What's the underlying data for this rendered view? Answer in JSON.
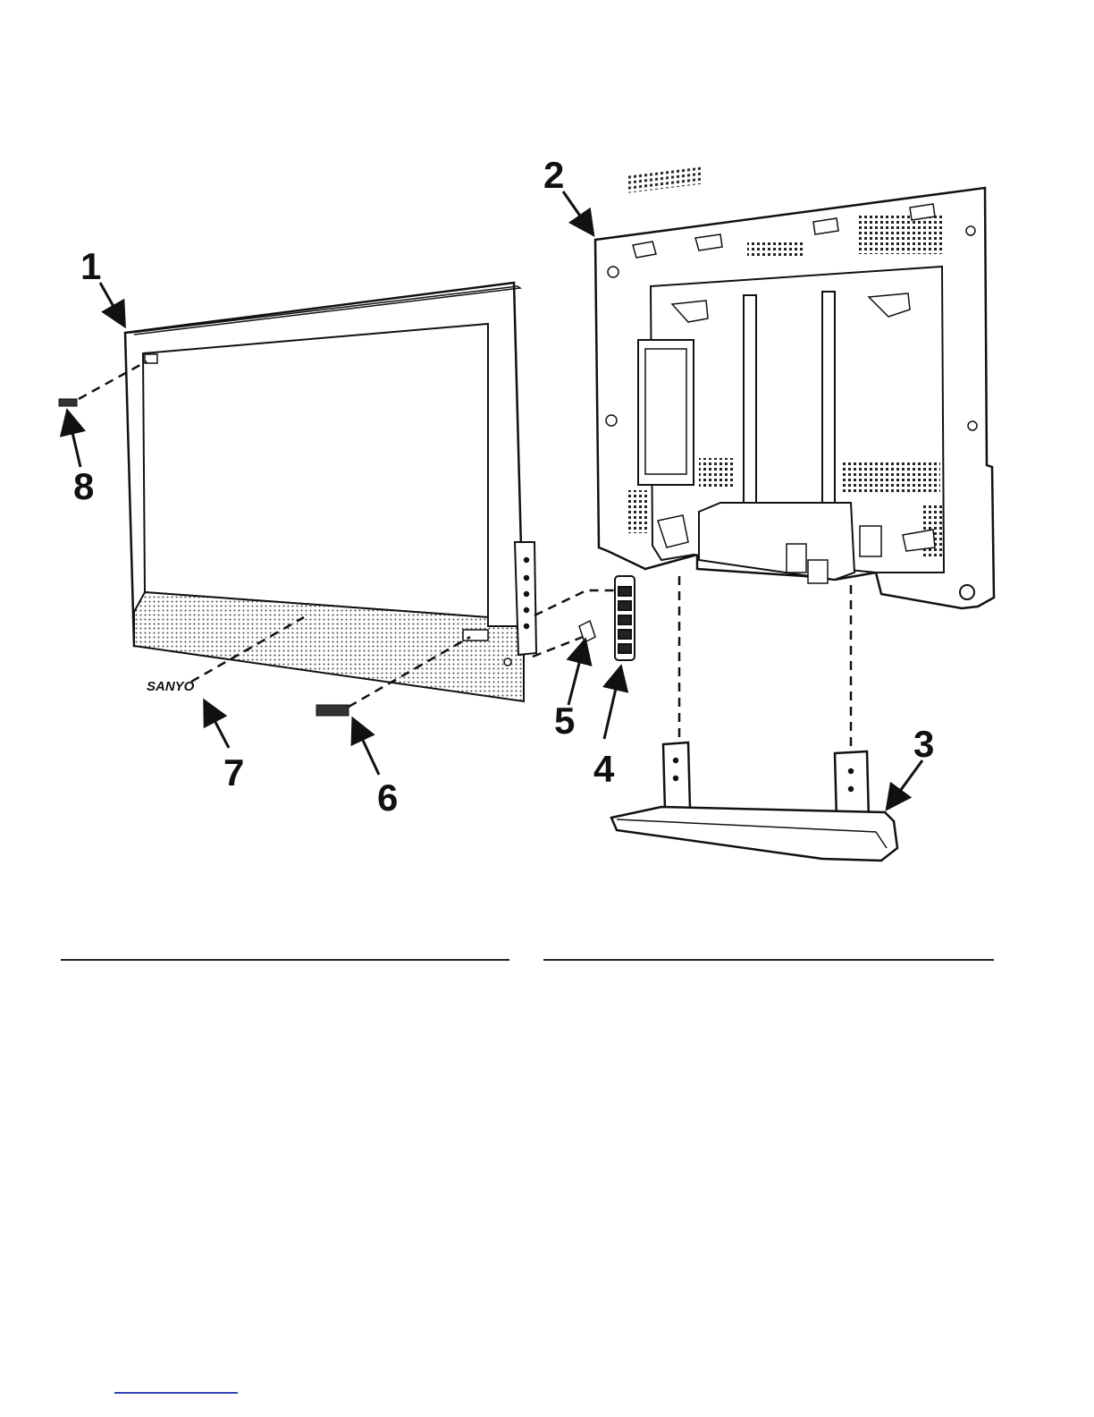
{
  "diagram": {
    "brand_logo": "SANYO",
    "callouts": [
      {
        "id": "1",
        "label": "1"
      },
      {
        "id": "2",
        "label": "2"
      },
      {
        "id": "3",
        "label": "3"
      },
      {
        "id": "4",
        "label": "4"
      },
      {
        "id": "5",
        "label": "5"
      },
      {
        "id": "6",
        "label": "6"
      },
      {
        "id": "7",
        "label": "7"
      },
      {
        "id": "8",
        "label": "8"
      }
    ]
  },
  "colors": {
    "line": "#111111",
    "fill": "#ffffff",
    "hatch": "#333333",
    "link": "#3344bb"
  }
}
